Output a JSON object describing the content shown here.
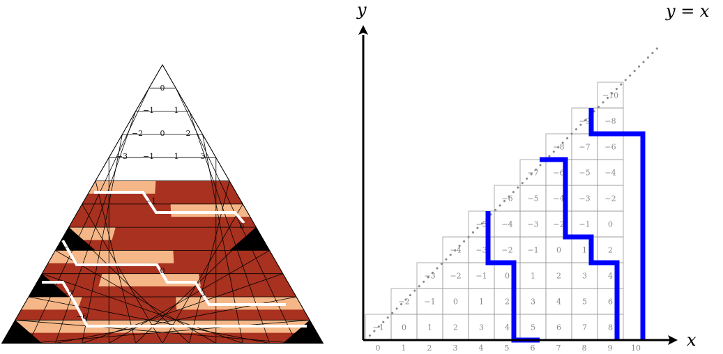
{
  "colors": {
    "tile_dark": "#a8311f",
    "tile_light": "#f6b788",
    "tile_side": "#d7a07c",
    "path_blue": "#0000ff",
    "path_white": "#ffffff",
    "hole_black": "#000000",
    "grid_gray": "#999999",
    "diagonal_gray": "#888888"
  },
  "left_panel": {
    "top_labels": [
      {
        "row": 0,
        "values": [
          "0"
        ]
      },
      {
        "row": 1,
        "values": [
          "−1",
          "1"
        ]
      },
      {
        "row": 2,
        "values": [
          "−2",
          "0",
          "2"
        ]
      },
      {
        "row": 3,
        "values": [
          "−3",
          "−1",
          "1",
          "3"
        ]
      }
    ],
    "path_labels": [
      "−1",
      "6",
      "−7",
      "0",
      "−7",
      "3",
      "−6"
    ]
  },
  "right_panel": {
    "axis_labels": {
      "x": "x",
      "y": "y",
      "diagonal": "y = x"
    },
    "x_ticks": [
      "0",
      "1",
      "2",
      "3",
      "4",
      "5",
      "6",
      "7",
      "8",
      "9",
      "10"
    ],
    "cells": [
      [
        "−1",
        "0",
        "1",
        "2",
        "3",
        "4",
        "5",
        "6",
        "7",
        "8"
      ],
      [
        "−2",
        "−1",
        "0",
        "1",
        "2",
        "3",
        "4",
        "5",
        "6"
      ],
      [
        "−3",
        "−2",
        "−1",
        "0",
        "1",
        "2",
        "3",
        "4"
      ],
      [
        "−4",
        "−3",
        "−2",
        "−1",
        "0",
        "1",
        "2"
      ],
      [
        "−5",
        "−4",
        "−3",
        "−2",
        "−1",
        "0"
      ],
      [
        "−6",
        "−5",
        "−4",
        "−3",
        "−2"
      ],
      [
        "−7",
        "−6",
        "−5",
        "−4"
      ],
      [
        "−8",
        "−7",
        "−6"
      ],
      [
        "−9",
        "−8"
      ],
      [
        "−10"
      ]
    ],
    "paths": [
      {
        "name": "path-a",
        "points": [
          [
            5,
            5
          ],
          [
            5,
            3
          ],
          [
            6,
            3
          ],
          [
            6,
            0
          ],
          [
            7,
            0
          ]
        ]
      },
      {
        "name": "path-b",
        "points": [
          [
            7,
            7
          ],
          [
            8,
            7
          ],
          [
            8,
            4
          ],
          [
            9,
            4
          ],
          [
            9,
            3
          ],
          [
            10,
            3
          ],
          [
            10,
            0
          ]
        ]
      },
      {
        "name": "path-c",
        "points": [
          [
            9,
            9
          ],
          [
            9,
            8
          ],
          [
            11,
            8
          ],
          [
            11,
            0
          ]
        ]
      }
    ]
  }
}
